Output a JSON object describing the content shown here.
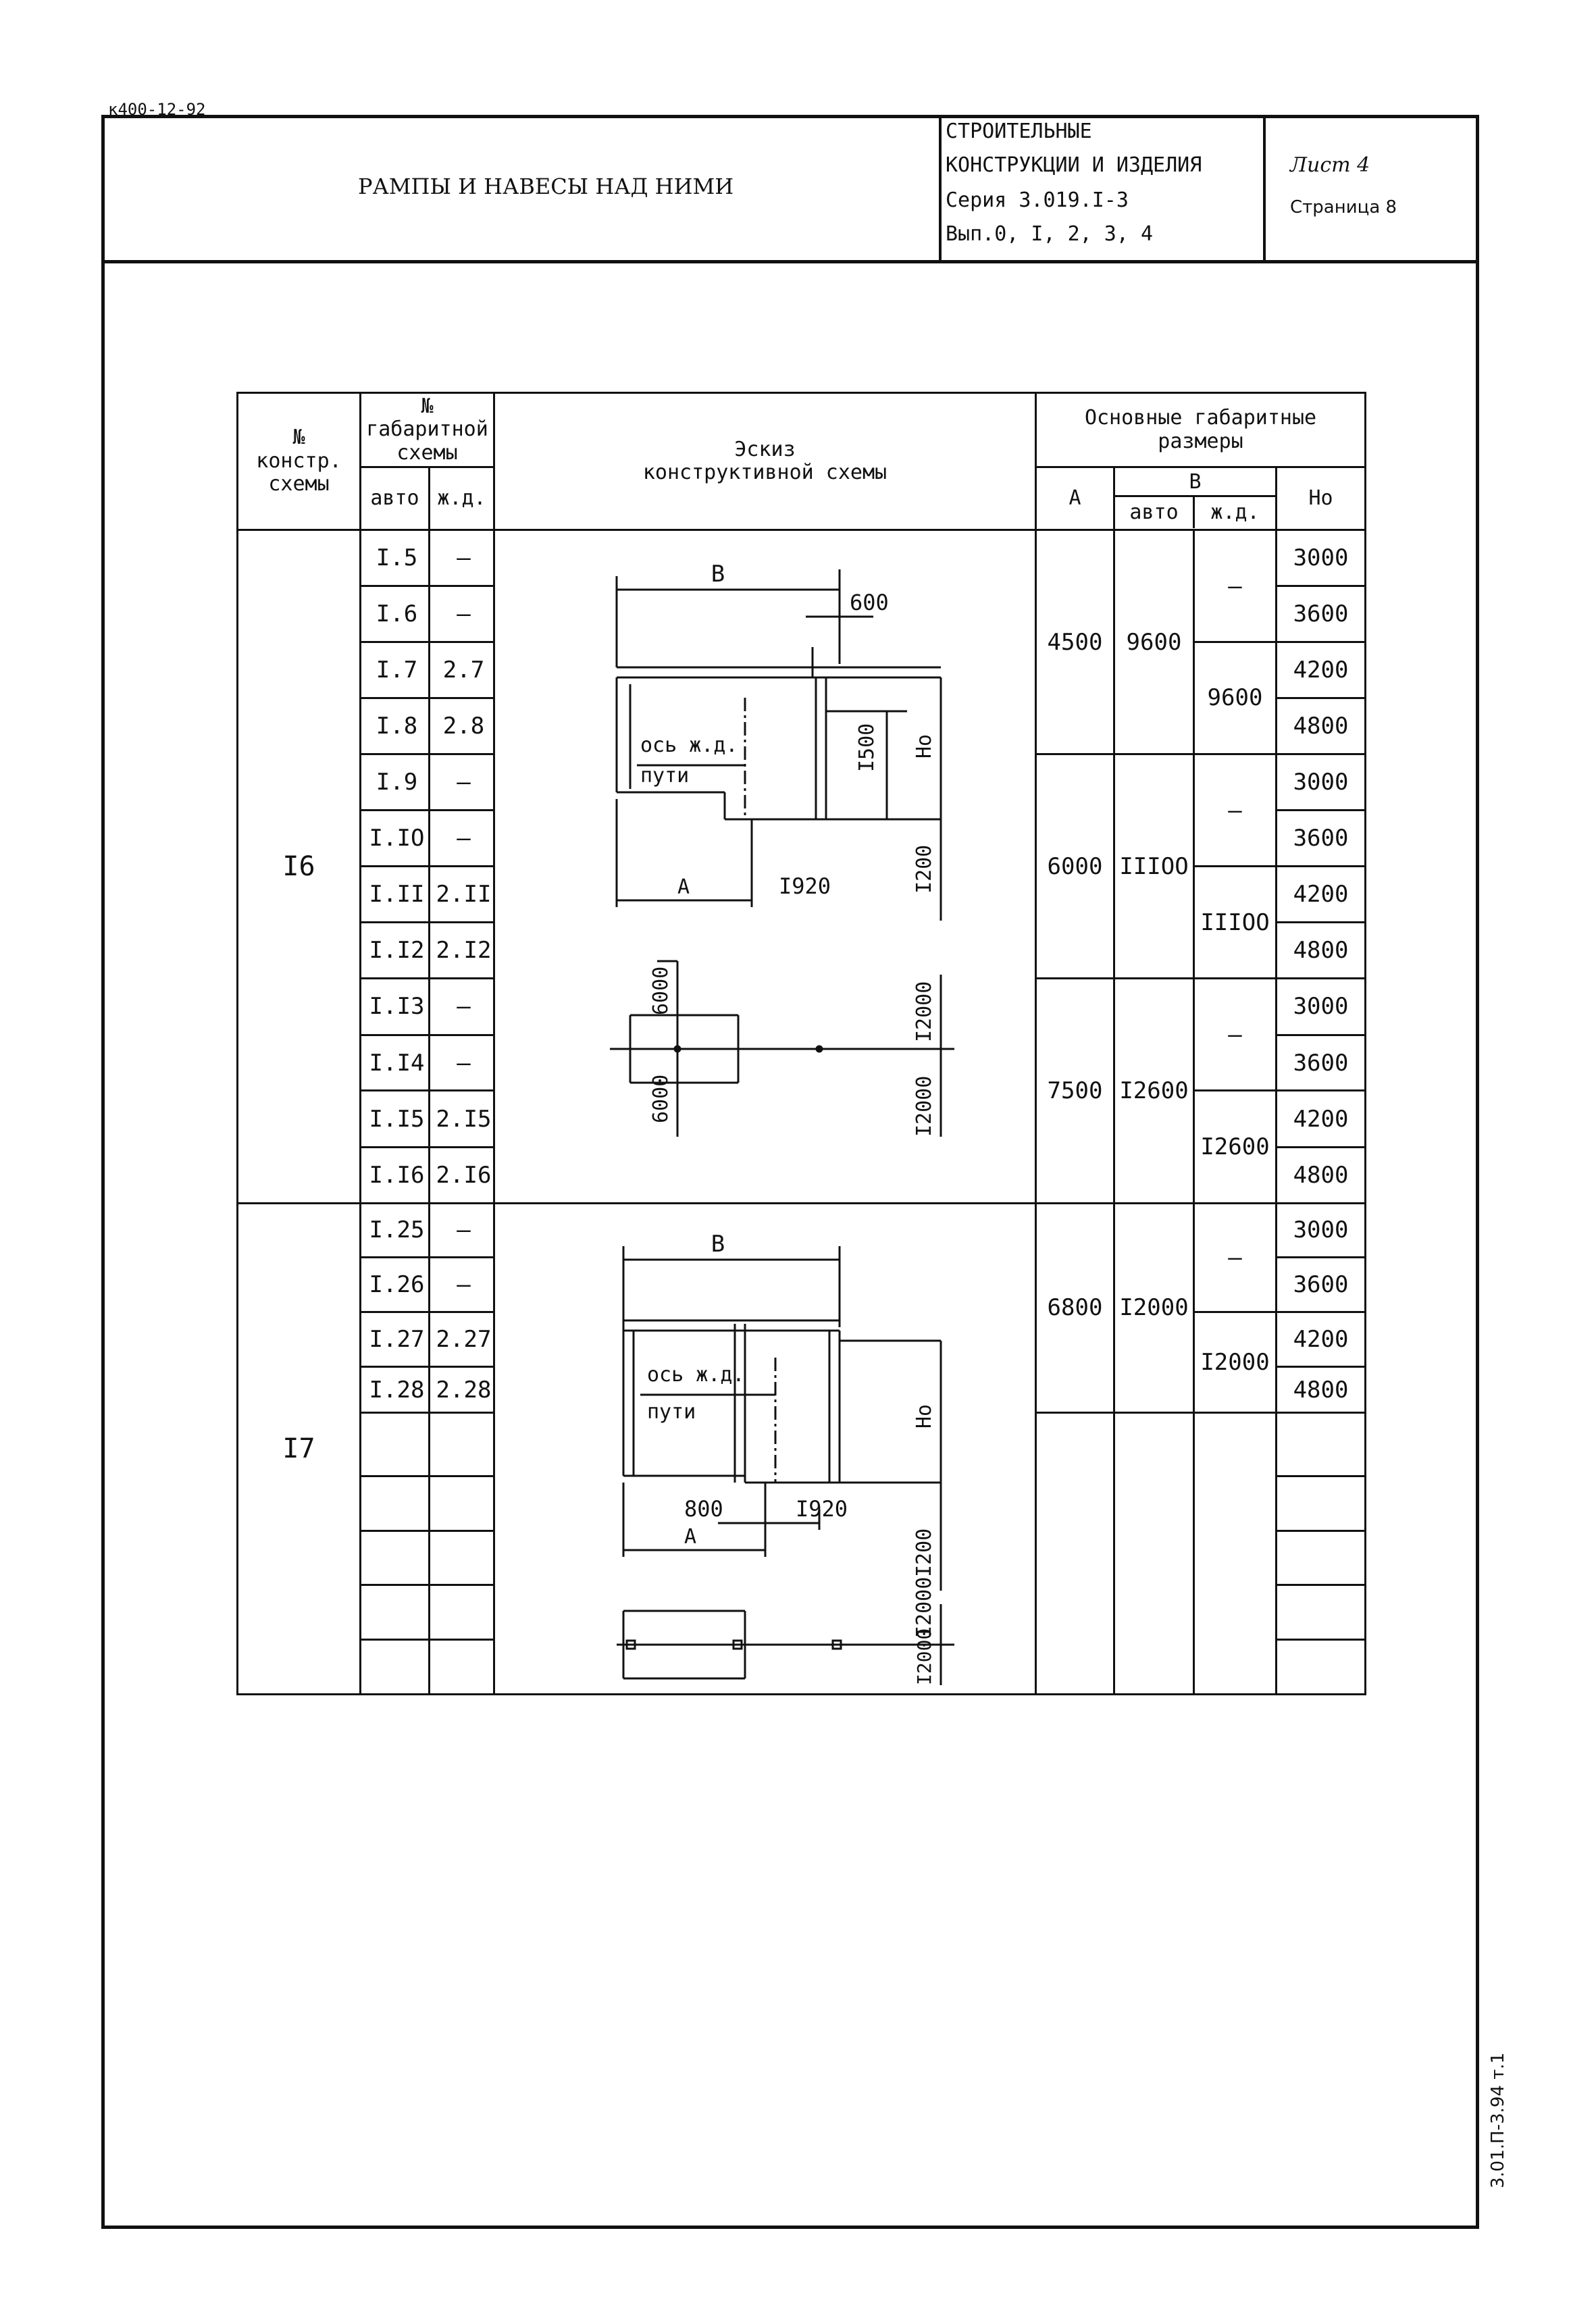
{
  "top_code": "к400-12-92",
  "title": "РАМПЫ И НАВЕСЫ НАД НИМИ",
  "series": {
    "line1": "СТРОИТЕЛЬНЫЕ",
    "line2": "КОНСТРУКЦИИ И ИЗДЕЛИЯ",
    "line3": "Серия 3.019.I-3",
    "line4": "Вып.0, I, 2, 3, 4"
  },
  "sheet": {
    "list": "Лист 4",
    "page": "Страница 8"
  },
  "side_code": "3.01.П-3.94 т.1",
  "table": {
    "h_konstr": [
      "№",
      "констр.",
      "схемы"
    ],
    "h_gab": [
      "№",
      "габаритной",
      "схемы"
    ],
    "h_avto": "авто",
    "h_zd": "ж.д.",
    "h_sketch": [
      "Эскиз",
      "конструктивной схемы"
    ],
    "h_dims": [
      "Основные габаритные",
      "размеры"
    ],
    "h_A": "А",
    "h_B": "В",
    "h_Bavto": "авто",
    "h_Bzd": "ж.д.",
    "h_Ho": "Ho",
    "g16": {
      "id": "I6",
      "rows": [
        {
          "avto": "I.5",
          "zd": "–",
          "ho": "3000"
        },
        {
          "avto": "I.6",
          "zd": "–",
          "ho": "3600"
        },
        {
          "avto": "I.7",
          "zd": "2.7",
          "ho": "4200"
        },
        {
          "avto": "I.8",
          "zd": "2.8",
          "ho": "4800"
        },
        {
          "avto": "I.9",
          "zd": "–",
          "ho": "3000"
        },
        {
          "avto": "I.IO",
          "zd": "–",
          "ho": "3600"
        },
        {
          "avto": "I.II",
          "zd": "2.II",
          "ho": "4200"
        },
        {
          "avto": "I.I2",
          "zd": "2.I2",
          "ho": "4800"
        },
        {
          "avto": "I.I3",
          "zd": "–",
          "ho": "3000"
        },
        {
          "avto": "I.I4",
          "zd": "–",
          "ho": "3600"
        },
        {
          "avto": "I.I5",
          "zd": "2.I5",
          "ho": "4200"
        },
        {
          "avto": "I.I6",
          "zd": "2.I6",
          "ho": "4800"
        }
      ],
      "blocks": [
        {
          "A": "4500",
          "Bavto": "9600",
          "Bzd_top": "–",
          "Bzd_bot": "9600"
        },
        {
          "A": "6000",
          "Bavto": "IIIOO",
          "Bzd_top": "–",
          "Bzd_bot": "IIIOO"
        },
        {
          "A": "7500",
          "Bavto": "I2600",
          "Bzd_top": "–",
          "Bzd_bot": "I2600"
        }
      ]
    },
    "g17": {
      "id": "I7",
      "rows": [
        {
          "avto": "I.25",
          "zd": "–",
          "ho": "3000"
        },
        {
          "avto": "I.26",
          "zd": "–",
          "ho": "3600"
        },
        {
          "avto": "I.27",
          "zd": "2.27",
          "ho": "4200"
        },
        {
          "avto": "I.28",
          "zd": "2.28",
          "ho": "4800"
        }
      ],
      "block": {
        "A": "6800",
        "Bavto": "I2000",
        "Bzd_top": "–",
        "Bzd_bot": "I2000"
      }
    }
  },
  "sketch1": {
    "B": "В",
    "dim600": "600",
    "axis1": "ось ж.д.",
    "axis2": "пути",
    "dim1500": "I500",
    "Ho": "Ho",
    "A": "А",
    "dim1920": "I920",
    "dim1200": "I200",
    "dim6000a": "6000",
    "dim6000b": "6000",
    "dim12000a": "I2000",
    "dim12000b": "I2000"
  },
  "sketch2": {
    "B": "В",
    "axis1": "ось ж.д.",
    "axis2": "пути",
    "Ho": "Ho",
    "dim800": "800",
    "dim1920": "I920",
    "A": "А",
    "dim1200": "I200",
    "dim12000a": "I2000",
    "dim12000b": "I2000"
  }
}
